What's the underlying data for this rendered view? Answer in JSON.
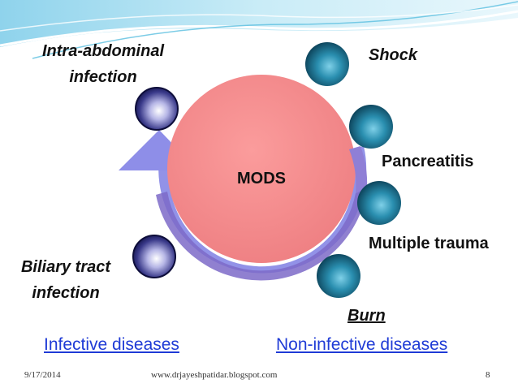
{
  "diagram": {
    "center_label": "MODS",
    "left_labels": {
      "intra_abdominal": [
        "Intra-abdominal",
        "infection"
      ],
      "biliary": [
        "Biliary tract",
        "infection"
      ]
    },
    "right_labels": {
      "shock": "Shock",
      "pancreatitis": "Pancreatitis",
      "multiple_trauma": "Multiple trauma",
      "burn": "Burn"
    },
    "categories": {
      "infective": "Infective diseases",
      "non_infective": "Non-infective diseases"
    },
    "colors": {
      "circle": "#f48a8a",
      "arrow": "#8e8ee8",
      "arrow_dark": "#7c6ac8",
      "sphere_dark": "#1a1a5c",
      "sphere_teal": "#0f5670",
      "category_text": "#1f3bd6"
    }
  },
  "footer": {
    "date": "9/17/2014",
    "url": "www.drjayeshpatidar.blogspot.com",
    "page": "8"
  }
}
